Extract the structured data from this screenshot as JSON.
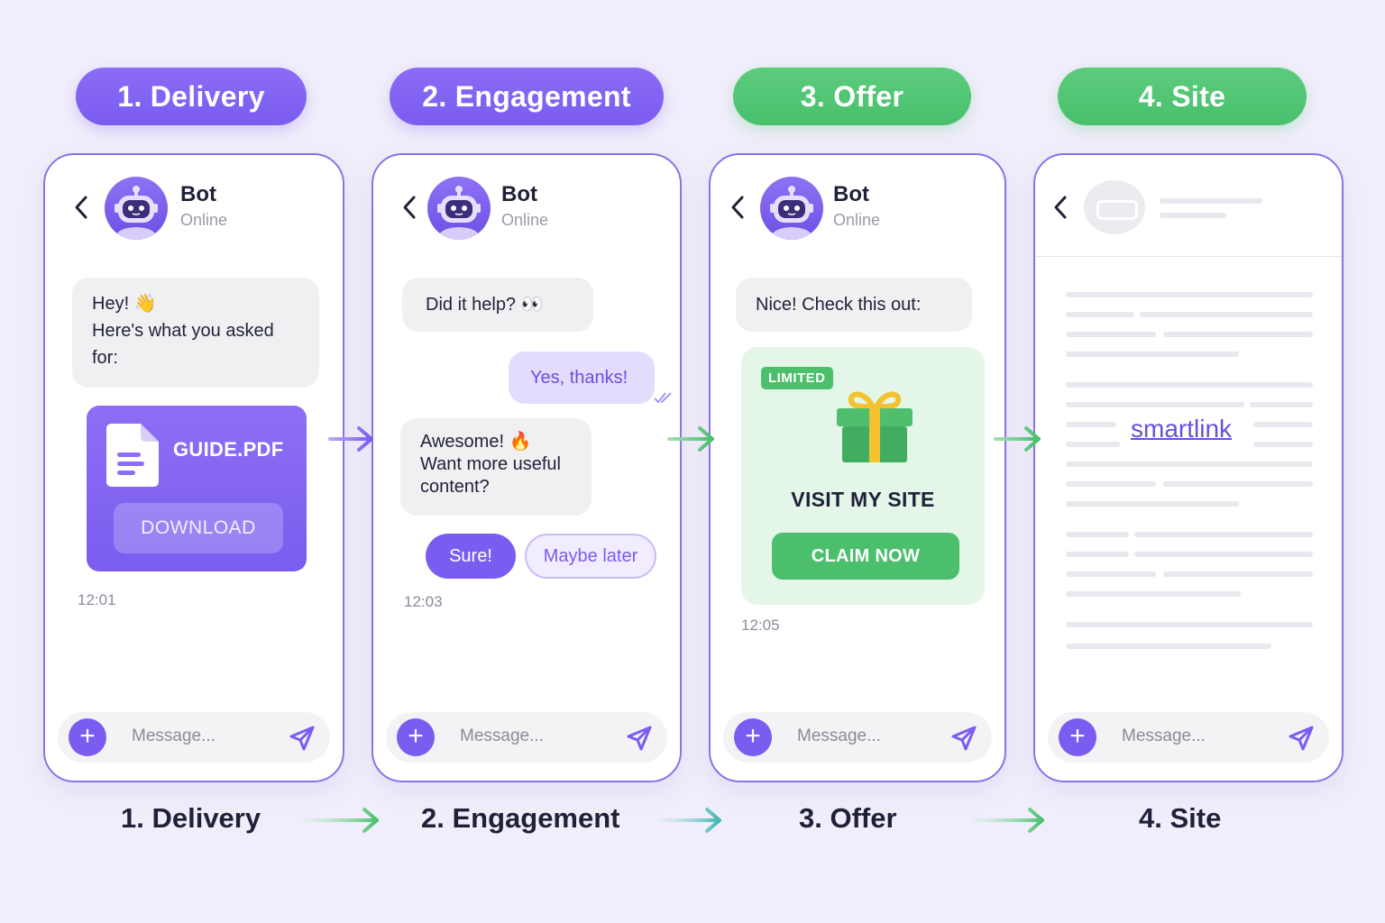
{
  "steps": [
    {
      "label": "1. Delivery"
    },
    {
      "label": "2. Engagement"
    },
    {
      "label": "3. Offer"
    },
    {
      "label": "4. Site"
    }
  ],
  "bot": {
    "name": "Bot",
    "status": "Online"
  },
  "composer": {
    "placeholder": "Message..."
  },
  "delivery": {
    "msg_line1": "Hey! 👋",
    "msg_line2": "Here's what you asked",
    "msg_line3": "for:",
    "file_name": "GUIDE.PDF",
    "download_label": "DOWNLOAD",
    "time": "12:01"
  },
  "engagement": {
    "question": "Did it help? 👀",
    "user_reply": "Yes, thanks!",
    "msg_line1": "Awesome! 🔥",
    "msg_line2": "Want more useful",
    "msg_line3": "content?",
    "sure_label": "Sure!",
    "later_label": "Maybe later",
    "time": "12:03"
  },
  "offer": {
    "intro": "Nice! Check this out:",
    "badge": "LIMITED",
    "title": "VISIT MY SITE",
    "cta": "CLAIM NOW",
    "time": "12:05"
  },
  "site": {
    "link_text": "smartlink"
  },
  "colors": {
    "purple": "#7b5cf0",
    "green": "#4bbf6b",
    "background": "#f1eefb"
  }
}
